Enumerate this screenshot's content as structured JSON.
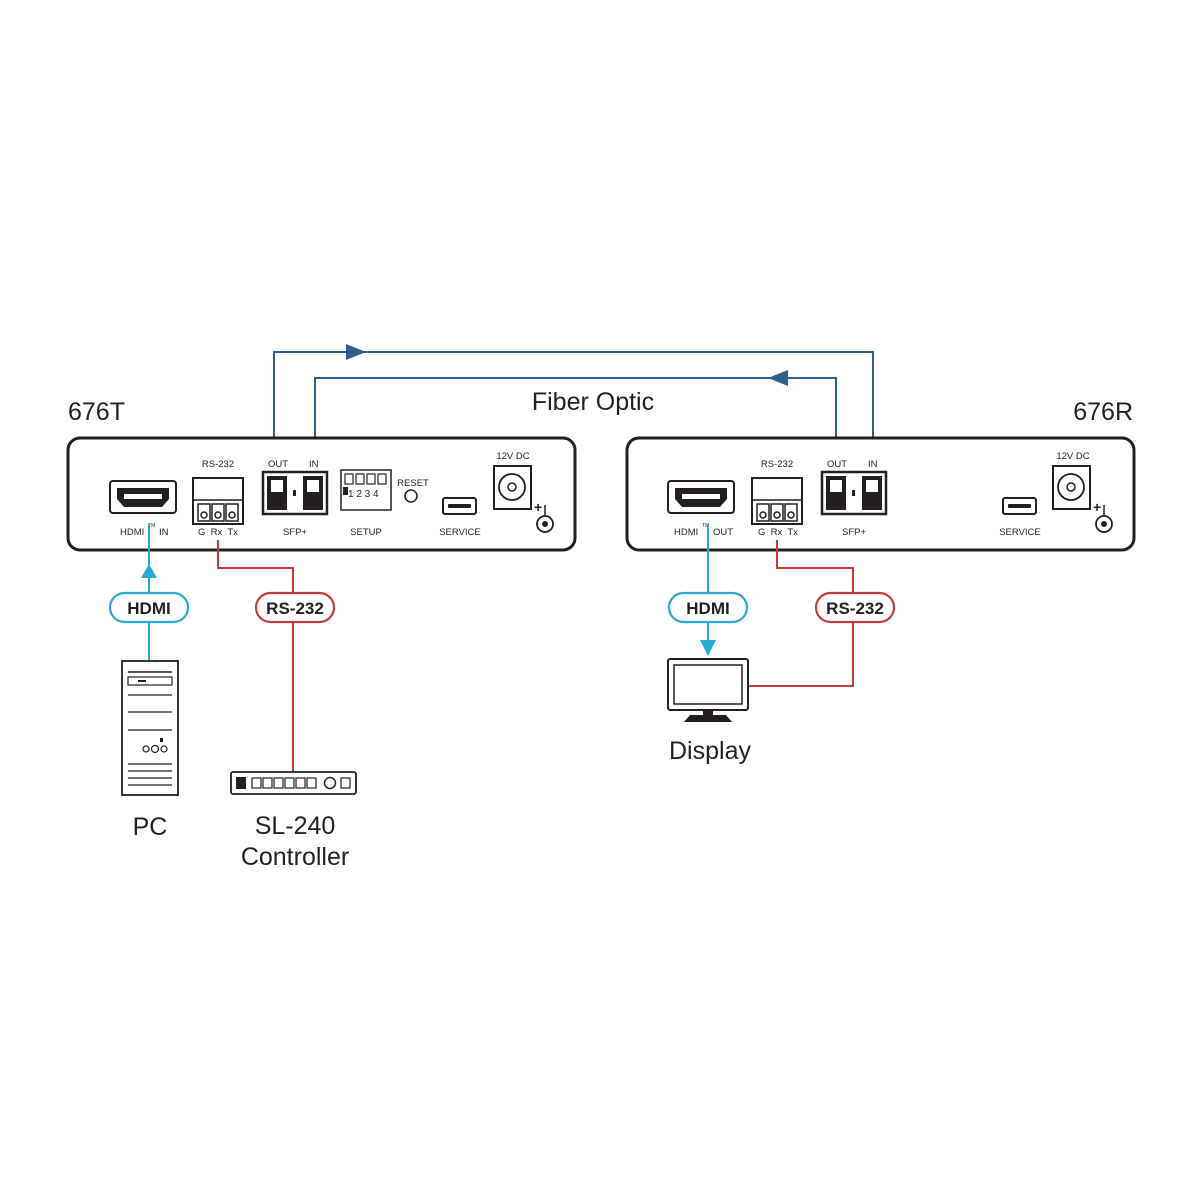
{
  "units": {
    "tx": {
      "title": "676T",
      "labels": {
        "rs232": "RS-232",
        "out": "OUT",
        "in": "IN",
        "dc": "12V DC",
        "reset": "RESET",
        "hdmi_port": "HDMI",
        "tm": "TM",
        "hdmi_dir": "IN",
        "terminals": "G  Rx  Tx",
        "sfp": "SFP+",
        "setup": "SETUP",
        "service": "SERVICE",
        "dip_numbers": "1 2 3 4"
      }
    },
    "rx": {
      "title": "676R",
      "labels": {
        "rs232": "RS-232",
        "out": "OUT",
        "in": "IN",
        "dc": "12V DC",
        "hdmi_port": "HDMI",
        "tm": "TM",
        "hdmi_dir": "OUT",
        "terminals": "G  Rx  Tx",
        "sfp": "SFP+",
        "service": "SERVICE"
      }
    }
  },
  "fiber_label": "Fiber Optic",
  "cables": {
    "hdmi_tx": "HDMI",
    "rs232_tx": "RS-232",
    "hdmi_rx": "HDMI",
    "rs232_rx": "RS-232"
  },
  "devices": {
    "pc": "PC",
    "controller_line1": "SL-240",
    "controller_line2": "Controller",
    "display": "Display"
  },
  "colors": {
    "fiber": "#2d5f8f",
    "hdmi": "#27a9d4",
    "rs232": "#c23b3b",
    "outline": "#231f20"
  }
}
